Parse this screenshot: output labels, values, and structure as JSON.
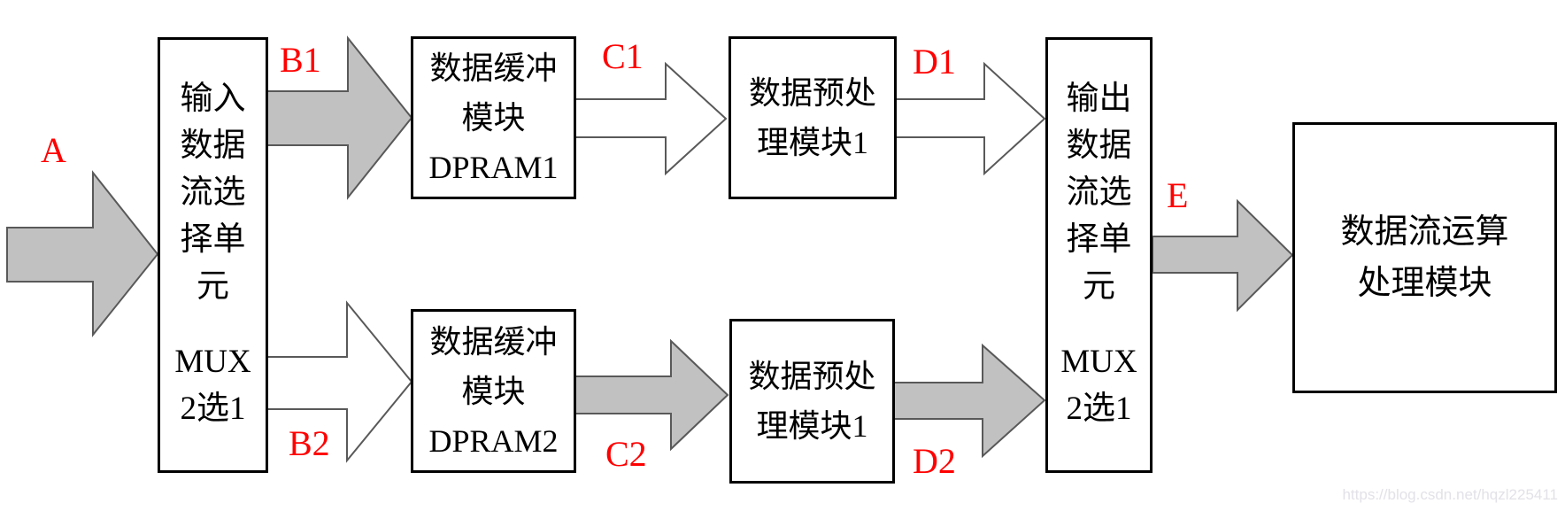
{
  "diagram": {
    "boxes": {
      "input_mux": {
        "lines": [
          "输入",
          "数据",
          "流选",
          "择单",
          "元"
        ],
        "sub_lines": [
          "MUX",
          "2选1"
        ]
      },
      "dpram1": {
        "lines": [
          "数据缓冲",
          "模块",
          "DPRAM1"
        ]
      },
      "prep1": {
        "lines": [
          "数据预处",
          "理模块1"
        ]
      },
      "dpram2": {
        "lines": [
          "数据缓冲",
          "模块",
          "DPRAM2"
        ]
      },
      "prep2": {
        "lines": [
          "数据预处",
          "理模块1"
        ]
      },
      "output_mux": {
        "lines": [
          "输出",
          "数据",
          "流选",
          "择单",
          "元"
        ],
        "sub_lines": [
          "MUX",
          "2选1"
        ]
      },
      "processor": {
        "lines": [
          "数据流运算",
          "处理模块"
        ]
      }
    },
    "labels": {
      "a": "A",
      "b1": "B1",
      "b2": "B2",
      "c1": "C1",
      "c2": "C2",
      "d1": "D1",
      "d2": "D2",
      "e": "E"
    },
    "flows": [
      {
        "label": "A",
        "style": "filled"
      },
      {
        "label": "B1",
        "style": "filled"
      },
      {
        "label": "B2",
        "style": "hollow"
      },
      {
        "label": "C1",
        "style": "hollow"
      },
      {
        "label": "C2",
        "style": "filled"
      },
      {
        "label": "D1",
        "style": "hollow"
      },
      {
        "label": "D2",
        "style": "filled"
      },
      {
        "label": "E",
        "style": "filled"
      }
    ],
    "colors": {
      "arrow_gray": "#c1c1c1",
      "arrow_white": "#ffffff",
      "label_red": "#ff0000",
      "box_border": "#000000"
    }
  },
  "watermark": {
    "text": "https://blog.csdn.net/hqzl225411"
  }
}
